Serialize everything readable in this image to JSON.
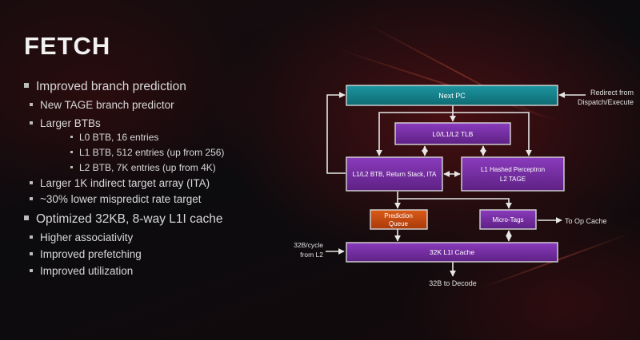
{
  "slide": {
    "title": "FETCH"
  },
  "bullets": [
    {
      "level": 1,
      "text": "Improved branch prediction"
    },
    {
      "level": 2,
      "text": "New TAGE branch predictor"
    },
    {
      "level": 2,
      "text": "Larger BTBs"
    },
    {
      "level": 3,
      "text": "L0 BTB, 16 entries"
    },
    {
      "level": 3,
      "text": "L1 BTB, 512 entries (up from 256)"
    },
    {
      "level": 3,
      "text": "L2 BTB, 7K entries (up from 4K)"
    },
    {
      "level": 2,
      "text": "Larger 1K indirect target array (ITA)"
    },
    {
      "level": 2,
      "text": "~30% lower mispredict rate target"
    },
    {
      "level": 1,
      "text": "Optimized 32KB, 8-way L1I cache"
    },
    {
      "level": 2,
      "text": "Higher associativity"
    },
    {
      "level": 2,
      "text": "Improved prefetching"
    },
    {
      "level": 2,
      "text": "Improved utilization"
    }
  ],
  "diagram": {
    "colors": {
      "teal": "#127d86",
      "purple": "#6f2a9c",
      "orange": "#c44a10",
      "border": "#d8d8d8",
      "arrow": "#e6e6e6"
    },
    "blocks": {
      "next_pc": "Next PC",
      "tlb": "L0/L1/L2 TLB",
      "btb_line1": "L1/L2 BTB, Return Stack, ITA",
      "perceptron_line1": "L1 Hashed Perceptron",
      "perceptron_line2": "L2 TAGE",
      "pq_line1": "Prediction",
      "pq_line2": "Queue",
      "micro_tags": "Micro-Tags",
      "l1i_cache": "32K L1I Cache"
    },
    "labels": {
      "redirect_line1": "Redirect from",
      "redirect_line2": "Dispatch/Execute",
      "op_cache": "To Op Cache",
      "from_l2_line1": "32B/cycle",
      "from_l2_line2": "from L2",
      "to_decode": "32B to Decode"
    }
  }
}
